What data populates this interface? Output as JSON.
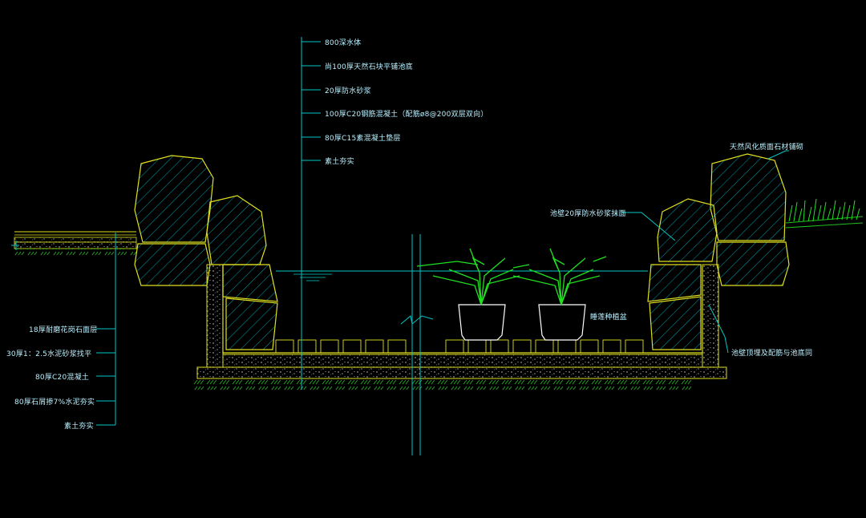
{
  "drawing": {
    "top_callouts": [
      "800深水体",
      "尚100厚天然石块平铺池底",
      "20厚防水砂浆",
      "100厚C20钢筋混凝土（配筋ø8@200双层双向）",
      "80厚C15素混凝土垫层",
      "素土夯实"
    ],
    "left_callouts": [
      "18厚耐磨花岗石面层",
      "30厚1：2.5水泥砂浆找平",
      "80厚C20混凝土",
      "80厚石屑掺7%水泥夯实",
      "素土夯实"
    ],
    "right_callouts": {
      "stone_rim": "天然风化质面石材铺砌",
      "waterproof": "池壁20厚防水砂浆抹面",
      "planter": "睡莲种植盆",
      "liner": "池壁顶埋及配筋与池底同"
    },
    "colors": {
      "background": "#000000",
      "leader": "#00c8c8",
      "label_text": "#b8f0ff",
      "outline": "#e0e020",
      "hatch": "#00a0b0",
      "plant": "#20e020",
      "pot": "#ffffff",
      "soil": "#20c020"
    }
  }
}
